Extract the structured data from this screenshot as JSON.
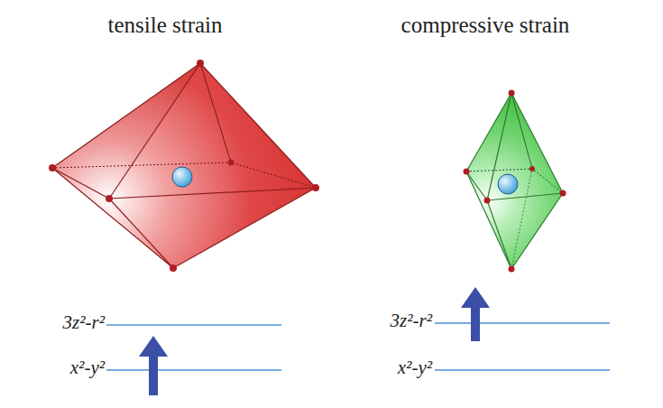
{
  "diagram": {
    "labels": [
      "tensile strain",
      "compressive strain",
      "3z²-r²",
      "x²-y²",
      "3z²-r²",
      "x²-y²"
    ]
  }
}
